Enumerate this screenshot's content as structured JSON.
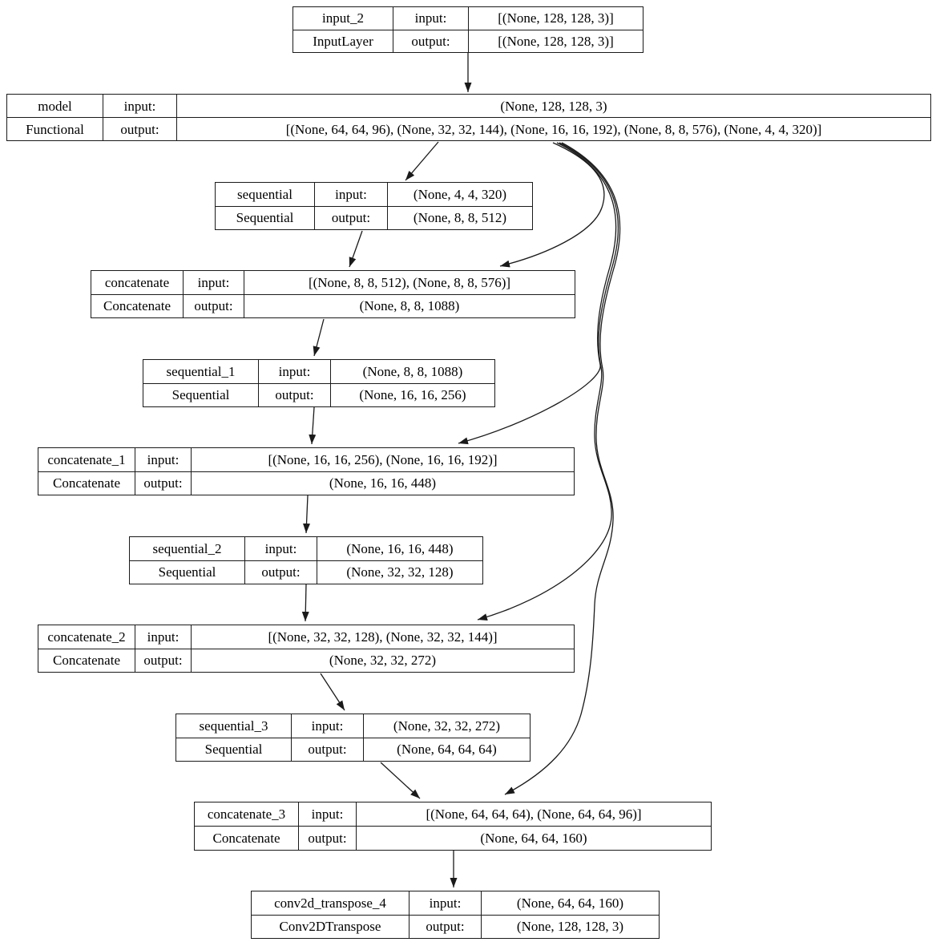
{
  "labels": {
    "input": "input:",
    "output": "output:"
  },
  "colors": {
    "background": "#ffffff",
    "node_border": "#000000",
    "edge": "#000000",
    "text": "#000000"
  },
  "nodes": [
    {
      "name": "input_2",
      "type": "InputLayer",
      "input": "[(None, 128, 128, 3)]",
      "output": "[(None, 128, 128, 3)]"
    },
    {
      "name": "model",
      "type": "Functional",
      "input": "(None, 128, 128, 3)",
      "output": "[(None, 64, 64, 96), (None, 32, 32, 144), (None, 16, 16, 192), (None, 8, 8, 576), (None, 4, 4, 320)]"
    },
    {
      "name": "sequential",
      "type": "Sequential",
      "input": "(None, 4, 4, 320)",
      "output": "(None, 8, 8, 512)"
    },
    {
      "name": "concatenate",
      "type": "Concatenate",
      "input": "[(None, 8, 8, 512), (None, 8, 8, 576)]",
      "output": "(None, 8, 8, 1088)"
    },
    {
      "name": "sequential_1",
      "type": "Sequential",
      "input": "(None, 8, 8, 1088)",
      "output": "(None, 16, 16, 256)"
    },
    {
      "name": "concatenate_1",
      "type": "Concatenate",
      "input": "[(None, 16, 16, 256), (None, 16, 16, 192)]",
      "output": "(None, 16, 16, 448)"
    },
    {
      "name": "sequential_2",
      "type": "Sequential",
      "input": "(None, 16, 16, 448)",
      "output": "(None, 32, 32, 128)"
    },
    {
      "name": "concatenate_2",
      "type": "Concatenate",
      "input": "[(None, 32, 32, 128), (None, 32, 32, 144)]",
      "output": "(None, 32, 32, 272)"
    },
    {
      "name": "sequential_3",
      "type": "Sequential",
      "input": "(None, 32, 32, 272)",
      "output": "(None, 64, 64, 64)"
    },
    {
      "name": "concatenate_3",
      "type": "Concatenate",
      "input": "[(None, 64, 64, 64), (None, 64, 64, 96)]",
      "output": "(None, 64, 64, 160)"
    },
    {
      "name": "conv2d_transpose_4",
      "type": "Conv2DTranspose",
      "input": "(None, 64, 64, 160)",
      "output": "(None, 128, 128, 3)"
    }
  ],
  "edges": [
    {
      "from": "input_2",
      "to": "model"
    },
    {
      "from": "model",
      "to": "sequential"
    },
    {
      "from": "model",
      "to": "concatenate"
    },
    {
      "from": "model",
      "to": "concatenate_1"
    },
    {
      "from": "model",
      "to": "concatenate_2"
    },
    {
      "from": "model",
      "to": "concatenate_3"
    },
    {
      "from": "sequential",
      "to": "concatenate"
    },
    {
      "from": "concatenate",
      "to": "sequential_1"
    },
    {
      "from": "sequential_1",
      "to": "concatenate_1"
    },
    {
      "from": "concatenate_1",
      "to": "sequential_2"
    },
    {
      "from": "sequential_2",
      "to": "concatenate_2"
    },
    {
      "from": "concatenate_2",
      "to": "sequential_3"
    },
    {
      "from": "sequential_3",
      "to": "concatenate_3"
    },
    {
      "from": "concatenate_3",
      "to": "conv2d_transpose_4"
    }
  ]
}
